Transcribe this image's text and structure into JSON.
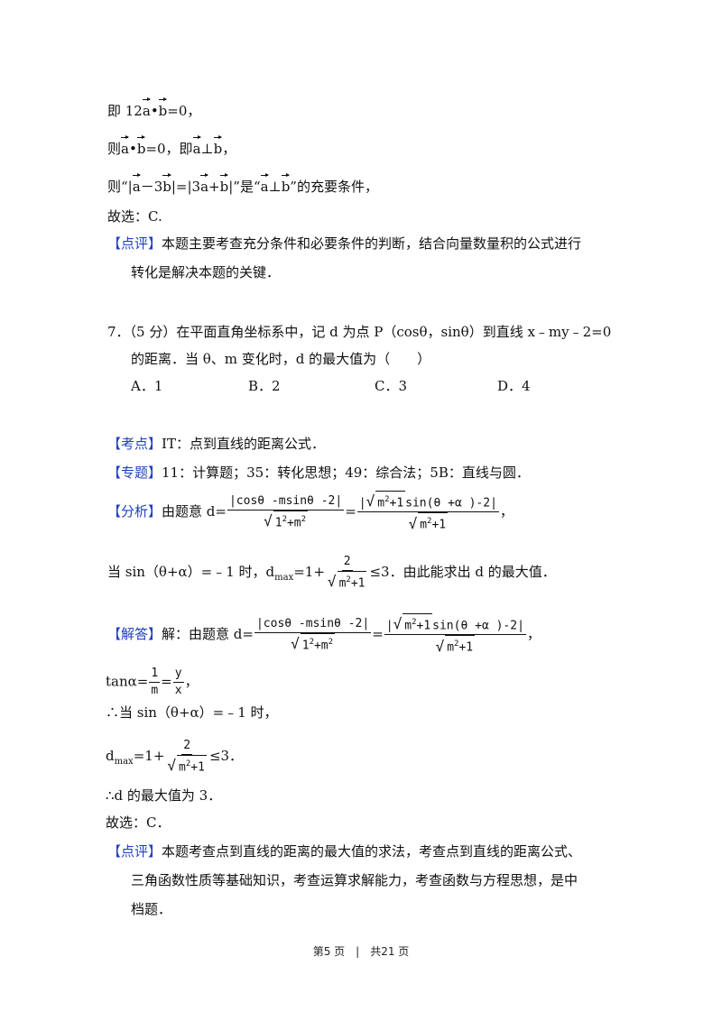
{
  "prev": {
    "l1_a": "即 12",
    "l1_b": "=0，",
    "l2_a": "则",
    "l2_b": "=0，即",
    "l2_c": "⊥",
    "l2_d": "，",
    "l3_a": "则“|",
    "l3_b": "－3",
    "l3_c": "|=|3",
    "l3_d": "+",
    "l3_e": "|”是“",
    "l3_f": "⊥",
    "l3_g": "”的充要条件，",
    "choice": "故选：C.",
    "review_tag": "【点评】",
    "review_1": "本题主要考查充分条件和必要条件的判断，结合向量数量积的公式进行",
    "review_2": "转化是解决本题的关键．"
  },
  "vec": {
    "a": "a",
    "b": "b",
    "dot": "•"
  },
  "q7": {
    "stem_1": "7．（5 分）在平面直角坐标系中，记 d 为点 P（cosθ，sinθ）到直线 x﹣my﹣2=0",
    "stem_2": "的距离．当 θ、m 变化时，d 的最大值为（　　）",
    "options": [
      "A．1",
      "B．2",
      "C．3",
      "D．4"
    ]
  },
  "analysis": {
    "kaodian_tag": "【考点】",
    "kaodian": "IT：点到直线的距离公式．",
    "zhuanti_tag": "【专题】",
    "zhuanti": "11：计算题；35：转化思想；49：综合法；5B：直线与圆．",
    "fenxi_tag": "【分析】",
    "fenxi_pre": "由题意 d=",
    "frac1_num": "|cosθ -msinθ -2|",
    "frac1_den_a": "1",
    "frac1_den_b": "+m",
    "frac2_num_a": "|",
    "frac2_num_b": "m",
    "frac2_num_c": "+1",
    "frac2_num_d": "sin(θ +α )-2|",
    "frac2_den_a": "m",
    "frac2_den_b": "+1",
    "sq": "2",
    "comma": "，",
    "when_1": "当 sin（θ+α）=﹣1 时，d",
    "max": "max",
    "eq1": "=1+",
    "two": "2",
    "le3": "≤3．由此能求出 d 的最大值．",
    "jieda_tag": "【解答】",
    "jieda_pre": "解：由题意 d=",
    "tan_pre": "tanα=",
    "one": "1",
    "m": "m",
    "y": "y",
    "x": "x",
    "tan_end": "，",
    "therefore_1": "∴当 sin（θ+α）=﹣1 时，",
    "dmax_d": "d",
    "dmax_end": "≤3．",
    "therefore_2": "∴d 的最大值为 3．",
    "choice": "故选：C．",
    "review_tag": "【点评】",
    "review_1": "本题考查点到直线的距离的最大值的求法，考查点到直线的距离公式、",
    "review_2": "三角函数性质等基础知识，考查运算求解能力，考查函数与方程思想，是中",
    "review_3": "档题．"
  },
  "footer": {
    "text": "第5 页　|　共21 页"
  }
}
